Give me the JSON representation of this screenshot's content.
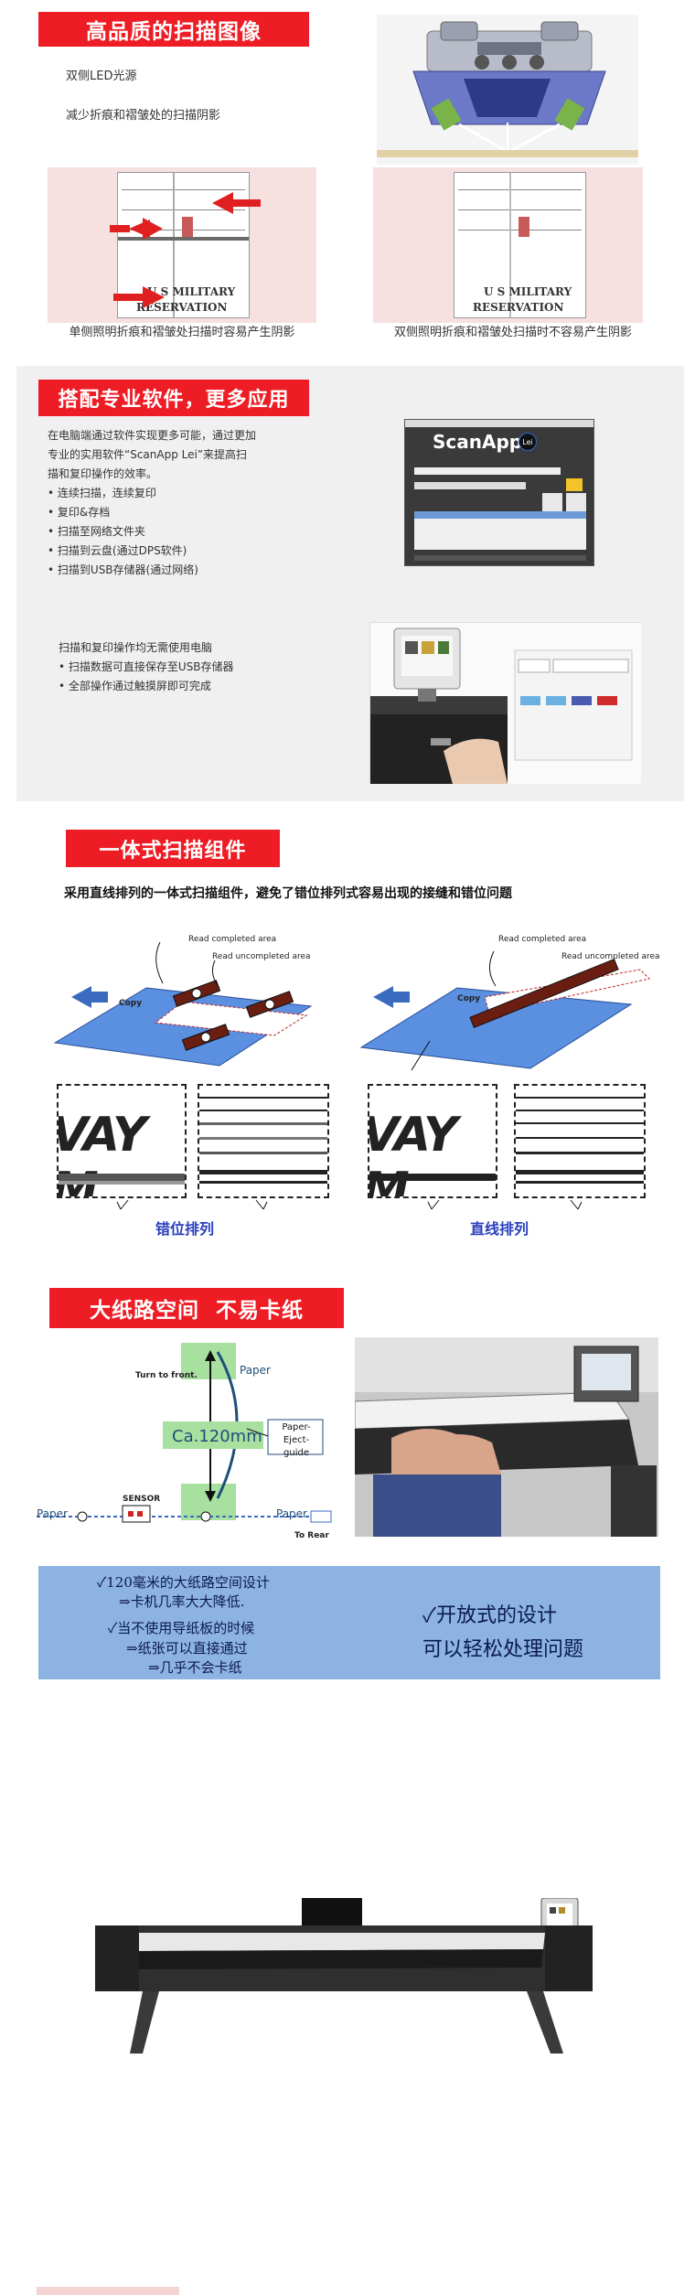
{
  "section1": {
    "title": "高品质的扫描图像",
    "feature1": "双侧LED光源",
    "feature2": "减少折痕和褶皱处的扫描阴影",
    "scan_text_a": "U S MILITARY",
    "scan_text_b": "RESERVATION",
    "caption_left": "单侧照明折痕和褶皱处扫描时容易产生阴影",
    "caption_right": "双侧照明折痕和褶皱处扫描时不容易产生阴影"
  },
  "section2": {
    "title": "搭配专业软件，更多应用",
    "intro_line1": "在电脑端通过软件实现更多可能，通过更加",
    "intro_line2": "专业的实用软件“ScanApp Lei”来提高扫",
    "intro_line3": "描和复印操作的效率。",
    "bullets": [
      "连续扫描，连续复印",
      "复印&存档",
      "扫描至网络文件夹",
      "扫描到云盘(通过DPS软件)",
      "扫描到USB存储器(通过网络)"
    ],
    "app_name": "ScanApp",
    "app_badge": "Lei",
    "standalone_title": "扫描和复印操作均无需使用电脑",
    "standalone_bullets": [
      "扫描数据可直接保存至USB存储器",
      "全部操作通过触摸屏即可完成"
    ]
  },
  "section3": {
    "title": "一体式扫描组件",
    "subtitle": "采用直线排列的一体式扫描组件，避免了错位排列式容易出现的接缝和错位问题",
    "read_completed": "Read completed area",
    "read_uncompleted": "Read uncompleted area",
    "copy_label": "Copy",
    "sample_text": "VAY M",
    "label_staggered": "错位排列",
    "label_linear": "直线排列"
  },
  "section4": {
    "title": "大纸路空间  不易卡纸",
    "turn_label": "Turn to front.",
    "paper_label": "Paper",
    "ca_label": "Ca.120mm",
    "eject_label": "Paper-Eject-guide",
    "sensor_label": "SENSOR",
    "to_rear_label": "To Rear",
    "note_line1": "✓120毫米的大纸路空间设计",
    "note_line2": "⇒卡机几率大大降低.",
    "note_line3": "✓当不使用导纸板的时候",
    "note_line4": "⇒纸张可以直接通过",
    "note_line5": "⇒几乎不会卡纸",
    "note_big1": "✓开放式的设计",
    "note_big2": "可以轻松处理问题"
  }
}
